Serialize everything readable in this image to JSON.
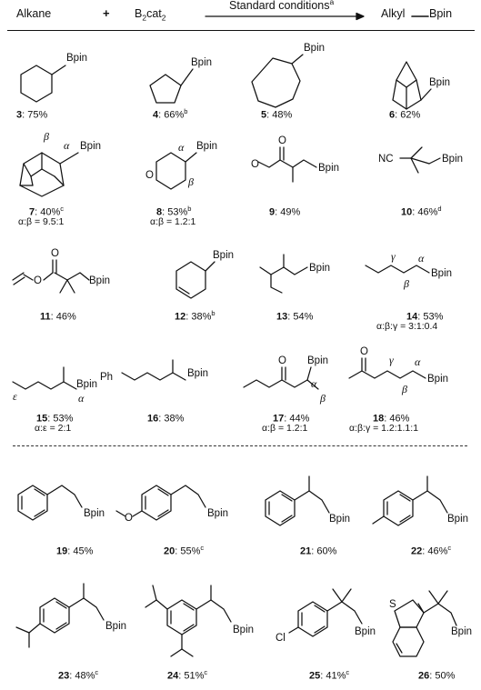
{
  "header": {
    "alkane": "Alkane",
    "plus": "+",
    "reagent_base": "B",
    "reagent_sub1": "2",
    "reagent_mid": "cat",
    "reagent_sub2": "2",
    "conditions": "Standard conditions",
    "conditions_sup": "a",
    "product_alkyl": "Alkyl",
    "product_bpin": "Bpin"
  },
  "labels": {
    "bpin": "Bpin",
    "o": "O",
    "s": "S",
    "nc": "NC",
    "ph": "Ph",
    "cl": "Cl"
  },
  "greek": {
    "alpha": "α",
    "beta": "β",
    "gamma": "γ",
    "epsilon": "ε"
  },
  "compounds": [
    {
      "id": "3",
      "yield": ": 75%",
      "note": ""
    },
    {
      "id": "4",
      "yield": ": 66%",
      "note": "b"
    },
    {
      "id": "5",
      "yield": ": 48%",
      "note": ""
    },
    {
      "id": "6",
      "yield": ": 62%",
      "note": ""
    },
    {
      "id": "7",
      "yield": ": 40%",
      "note": "c",
      "ratio": "α:β = 9.5:1"
    },
    {
      "id": "8",
      "yield": ": 53%",
      "note": "b",
      "ratio": "α:β = 1.2:1"
    },
    {
      "id": "9",
      "yield": ": 49%",
      "note": ""
    },
    {
      "id": "10",
      "yield": ": 46%",
      "note": "d"
    },
    {
      "id": "11",
      "yield": ": 46%",
      "note": ""
    },
    {
      "id": "12",
      "yield": ": 38%",
      "note": "b"
    },
    {
      "id": "13",
      "yield": ": 54%",
      "note": ""
    },
    {
      "id": "14",
      "yield": ": 53%",
      "note": "",
      "ratio": "α:β:γ = 3:1:0.4"
    },
    {
      "id": "15",
      "yield": ": 53%",
      "note": "",
      "ratio": "α:ε = 2:1"
    },
    {
      "id": "16",
      "yield": ": 38%",
      "note": ""
    },
    {
      "id": "17",
      "yield": ": 44%",
      "note": "",
      "ratio": "α:β = 1.2:1"
    },
    {
      "id": "18",
      "yield": ": 46%",
      "note": "",
      "ratio": "α:β:γ = 1.2:1.1:1"
    },
    {
      "id": "19",
      "yield": ": 45%",
      "note": ""
    },
    {
      "id": "20",
      "yield": ": 55%",
      "note": "c"
    },
    {
      "id": "21",
      "yield": ": 60%",
      "note": ""
    },
    {
      "id": "22",
      "yield": ": 46%",
      "note": "c"
    },
    {
      "id": "23",
      "yield": ": 48%",
      "note": "c"
    },
    {
      "id": "24",
      "yield": ": 51%",
      "note": "c"
    },
    {
      "id": "25",
      "yield": ": 41%",
      "note": "c"
    },
    {
      "id": "26",
      "yield": ": 50%",
      "note": ""
    }
  ]
}
